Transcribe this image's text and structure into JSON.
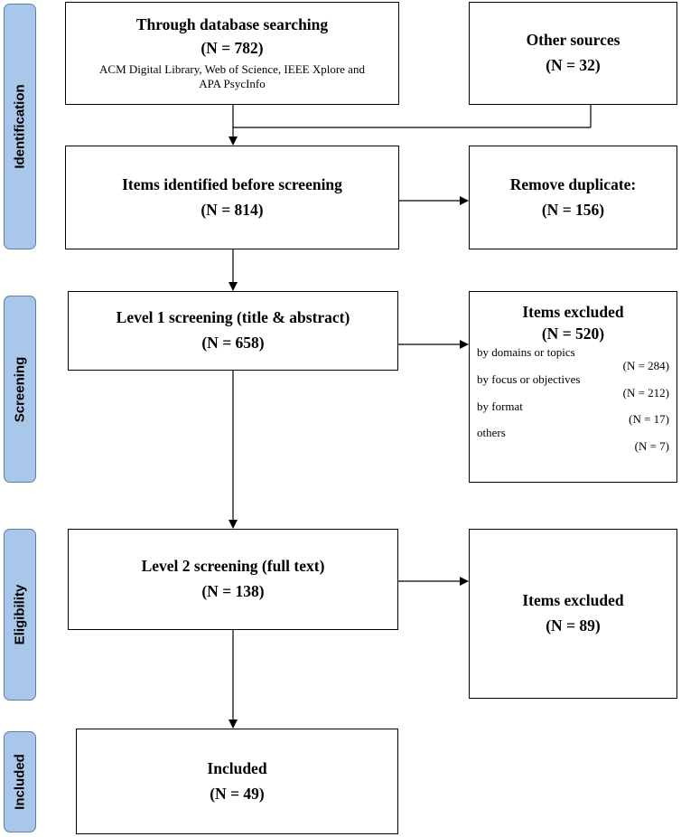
{
  "phases": {
    "identification": "Identification",
    "screening": "Screening",
    "eligibility": "Eligibility",
    "included": "Included"
  },
  "boxes": {
    "database": {
      "title": "Through database searching",
      "count": "(N = 782)",
      "sources": "ACM Digital Library, Web of Science, IEEE Xplore and APA PsycInfo"
    },
    "other": {
      "title": "Other sources",
      "count": "(N = 32)"
    },
    "identified": {
      "title": "Items identified before screening",
      "count": "(N = 814)"
    },
    "duplicate": {
      "title": "Remove duplicate:",
      "count": "(N = 156)"
    },
    "level1": {
      "title": "Level 1 screening (title & abstract)",
      "count": "(N = 658)"
    },
    "excluded1": {
      "title": "Items excluded",
      "count": "(N = 520)",
      "items": [
        {
          "label": "by domains or topics",
          "value": "(N = 284)"
        },
        {
          "label": "by focus or objectives",
          "value": "(N = 212)"
        },
        {
          "label": "by format",
          "value": "(N = 17)"
        },
        {
          "label": "others",
          "value": "(N = 7)"
        }
      ]
    },
    "level2": {
      "title": "Level 2 screening (full text)",
      "count": "(N = 138)"
    },
    "excluded2": {
      "title": "Items excluded",
      "count": "(N = 89)"
    },
    "included": {
      "title": "Included",
      "count": "(N = 49)"
    }
  }
}
